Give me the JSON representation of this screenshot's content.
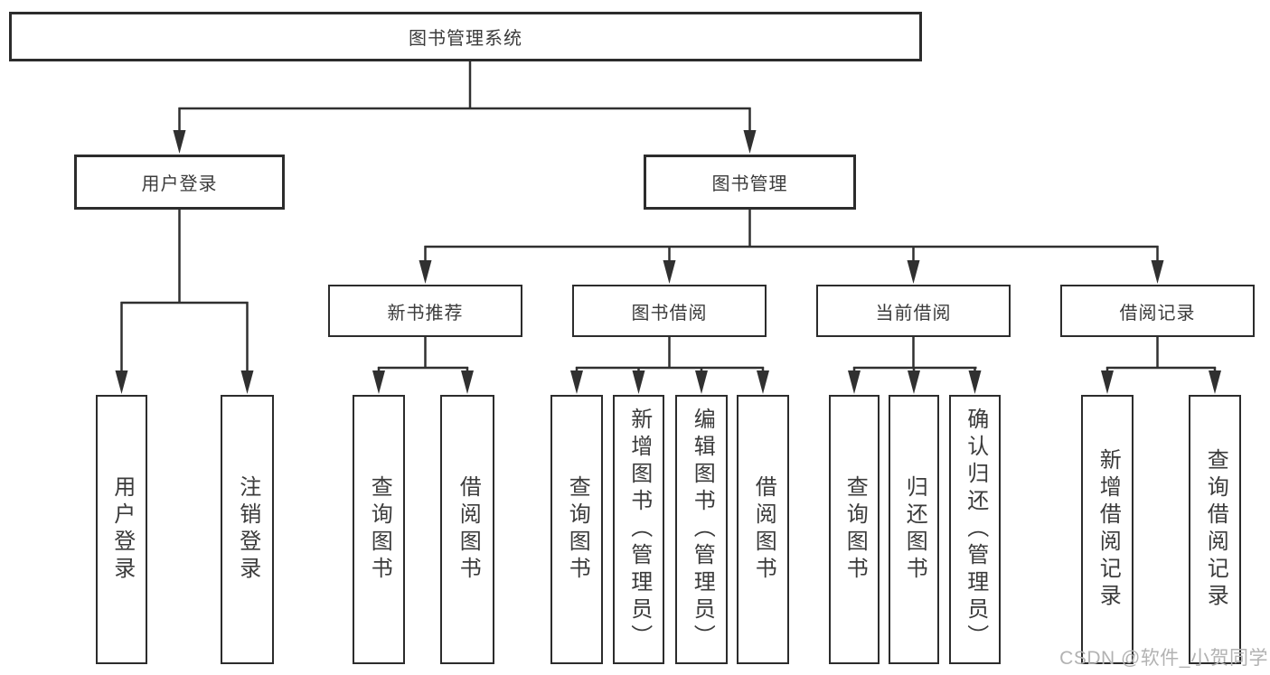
{
  "tree": {
    "label": "图书管理系统",
    "children": [
      {
        "label": "用户登录",
        "children": [
          {
            "label": "用户登录"
          },
          {
            "label": "注销登录"
          }
        ]
      },
      {
        "label": "图书管理",
        "children": [
          {
            "label": "新书推荐",
            "children": [
              {
                "label": "查询图书"
              },
              {
                "label": "借阅图书"
              }
            ]
          },
          {
            "label": "图书借阅",
            "children": [
              {
                "label": "查询图书"
              },
              {
                "label": "新增图书（管理员）"
              },
              {
                "label": "编辑图书（管理员）"
              },
              {
                "label": "借阅图书"
              }
            ]
          },
          {
            "label": "当前借阅",
            "children": [
              {
                "label": "查询图书"
              },
              {
                "label": "归还图书"
              },
              {
                "label": "确认归还（管理员）"
              }
            ]
          },
          {
            "label": "借阅记录",
            "children": [
              {
                "label": "新增借阅记录"
              },
              {
                "label": "查询借阅记录"
              }
            ]
          }
        ]
      }
    ]
  },
  "watermark": {
    "text": "CSDN @软件_小贺同学"
  },
  "colors": {
    "line": "#303030",
    "box_border": "#2c2c2c",
    "text": "#3b3b3b",
    "background": "#ffffff",
    "watermark": "#b2b2b2"
  }
}
